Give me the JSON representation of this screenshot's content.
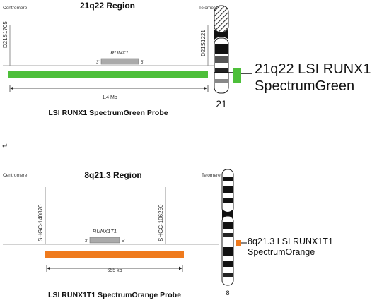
{
  "panel1": {
    "region_title": "21q22 Region",
    "centromere_label": "Centromere",
    "telomere_label": "Telomere",
    "marker_left": "D21S1705",
    "marker_right": "D21S1221",
    "gene": "RUNX1",
    "gene_end_left": "3'",
    "gene_end_right": "5'",
    "size": "~1.4 Mb",
    "probe_title": "LSI RUNX1 SpectrumGreen Probe",
    "chromosome_number": "21",
    "legend_line1": "21q22 LSI RUNX1",
    "legend_line2": "SpectrumGreen",
    "probe_color": "#4dbf3a"
  },
  "separator_glyph": "↵",
  "panel2": {
    "region_title": "8q21.3 Region",
    "centromere_label": "Centromere",
    "telomere_label": "Telomere",
    "marker_left": "SHGC-140870",
    "marker_right": "SHGC-106250",
    "gene": "RUNX1T1",
    "gene_end_left": "3'",
    "gene_end_right": "5'",
    "size": "~655 kb",
    "probe_title": "LSI RUNX1T1 SpectrumOrange Probe",
    "chromosome_number": "8",
    "legend_line1": "8q21.3 LSI RUNX1T1",
    "legend_line2": "SpectrumOrange",
    "probe_color": "#ef7a1d"
  }
}
